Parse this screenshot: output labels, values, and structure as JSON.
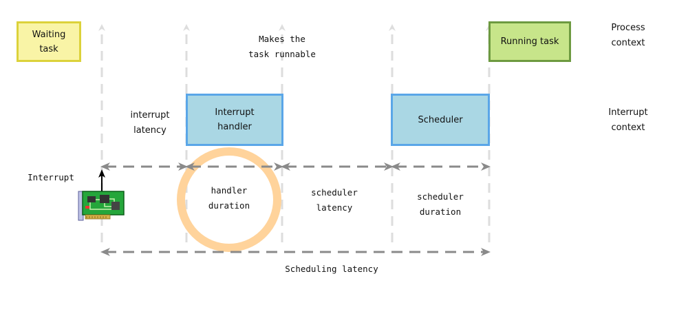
{
  "labels": {
    "makes_runnable": "Makes the\ntask runnable",
    "process_context": "Process\ncontext",
    "interrupt_context": "Interrupt\ncontext",
    "interrupt_latency": "interrupt\nlatency",
    "interrupt": "Interrupt",
    "handler_duration": "handler\nduration",
    "scheduler_latency": "scheduler\nlatency",
    "scheduler_duration": "scheduler\nduration",
    "scheduling_latency": "Scheduling latency"
  },
  "boxes": {
    "waiting_task": "Waiting\ntask",
    "running_task": "Running task",
    "interrupt_handler": "Interrupt\nhandler",
    "scheduler": "Scheduler"
  },
  "colors": {
    "waiting_fill": "#f9f4a6",
    "waiting_border": "#dcd23a",
    "running_fill": "#c7e58a",
    "running_border": "#6d9a40",
    "handler_fill": "#aad7e4",
    "handler_border": "#5aa6e8",
    "highlight_ring": "#ffd39b",
    "dashed_gray": "#8a8a8a",
    "light_dash": "#dddddd"
  },
  "icons": {
    "network_card": "network-card-icon"
  }
}
